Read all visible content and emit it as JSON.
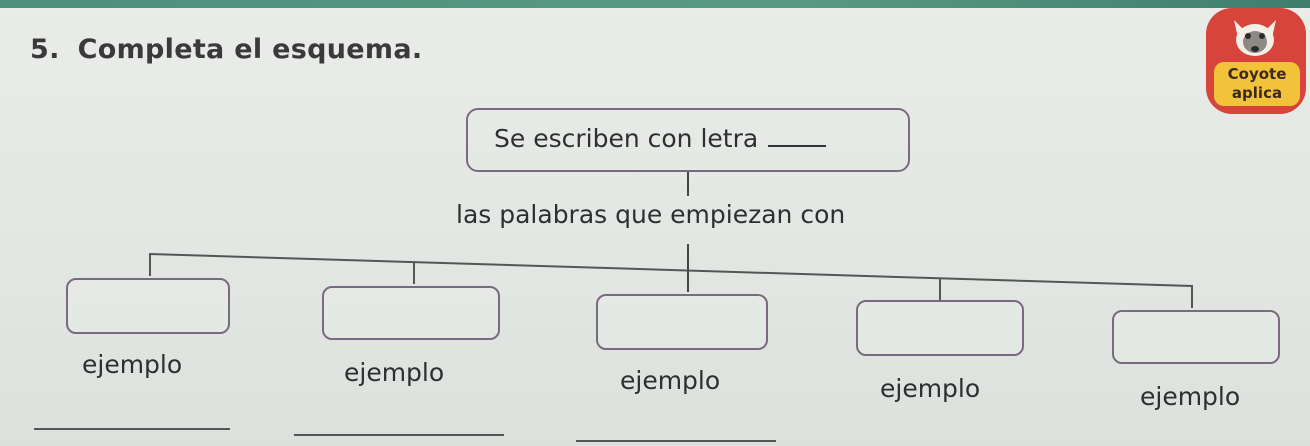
{
  "exercise": {
    "number": "5.",
    "instruction": "Completa el esquema."
  },
  "badge": {
    "line1": "Coyote",
    "line2": "aplica"
  },
  "scheme": {
    "top_box": "Se escriben con letra",
    "middle_text": "las palabras que empiezan con",
    "example_label": "ejemplo",
    "examples": [
      "ejemplo",
      "ejemplo",
      "ejemplo",
      "ejemplo",
      "ejemplo"
    ]
  },
  "colors": {
    "box_border": "#7a6a80",
    "badge_red": "#d6443c",
    "badge_yellow": "#f2c23a",
    "top_strip": "#4c8f7c"
  }
}
